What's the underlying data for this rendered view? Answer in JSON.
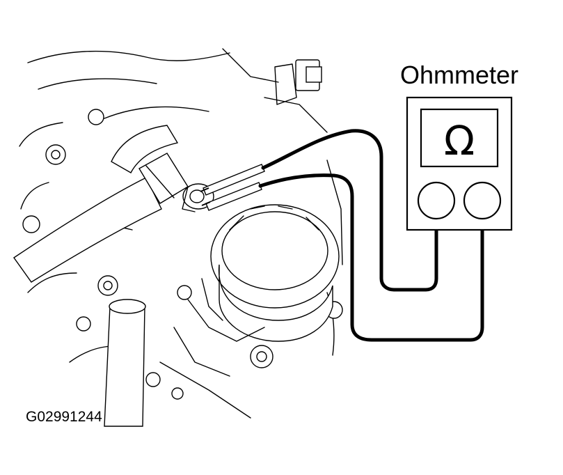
{
  "meter": {
    "label": "Ohmmeter",
    "symbol": "Ω"
  },
  "figure_id": "G02991244",
  "icons": [
    "engine-illustration",
    "ohmmeter-icon",
    "probe-icon",
    "sensor-icon"
  ]
}
